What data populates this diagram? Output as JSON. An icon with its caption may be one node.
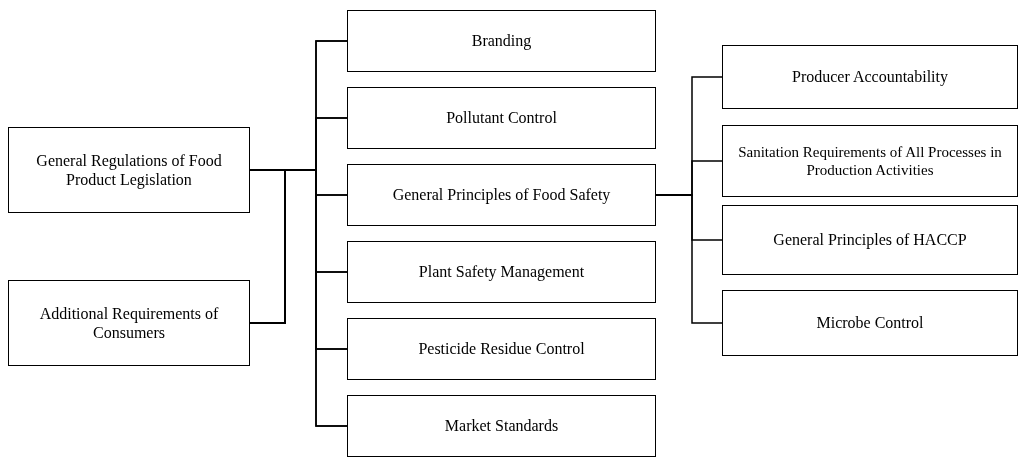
{
  "diagram": {
    "nodes": [
      {
        "text": [
          "General Regulations of Food Product Legislation"
        ]
      },
      {
        "text": [
          "Additional Requirements of Consumers"
        ]
      },
      {
        "text": [
          "Branding"
        ]
      },
      {
        "text": [
          "Pollutant Control"
        ]
      },
      {
        "text": [
          "General Principles of Food Safety"
        ]
      },
      {
        "text": [
          "Plant Safety Management"
        ]
      },
      {
        "text": [
          "Pesticide Residue Control"
        ]
      },
      {
        "text": [
          "Market Standards"
        ]
      },
      {
        "text": [
          "Producer Accountability"
        ]
      },
      {
        "text": [
          "Sanitation Requirements of All Processes in Production Activities"
        ]
      },
      {
        "text": [
          "General Principles of HACCP"
        ]
      },
      {
        "text": [
          "Microbe Control"
        ]
      }
    ],
    "edges": [
      {
        "from": 0,
        "to": 2,
        "arrow": "none"
      },
      {
        "from": 0,
        "to": 3,
        "arrow": "none"
      },
      {
        "from": 0,
        "to": 4,
        "arrow": "none"
      },
      {
        "from": 0,
        "to": 5,
        "arrow": "none"
      },
      {
        "from": 0,
        "to": 6,
        "arrow": "none"
      },
      {
        "from": 0,
        "to": 7,
        "arrow": "none"
      },
      {
        "from": 1,
        "to": 2,
        "arrow": "none"
      },
      {
        "from": 1,
        "to": 3,
        "arrow": "none"
      },
      {
        "from": 1,
        "to": 4,
        "arrow": "none"
      },
      {
        "from": 1,
        "to": 5,
        "arrow": "none"
      },
      {
        "from": 1,
        "to": 6,
        "arrow": "none"
      },
      {
        "from": 1,
        "to": 7,
        "arrow": "none"
      },
      {
        "from": 4,
        "to": 8,
        "arrow": "none"
      },
      {
        "from": 4,
        "to": 9,
        "arrow": "none"
      },
      {
        "from": 4,
        "to": 10,
        "arrow": "none"
      },
      {
        "from": 4,
        "to": 11,
        "arrow": "none"
      }
    ]
  }
}
